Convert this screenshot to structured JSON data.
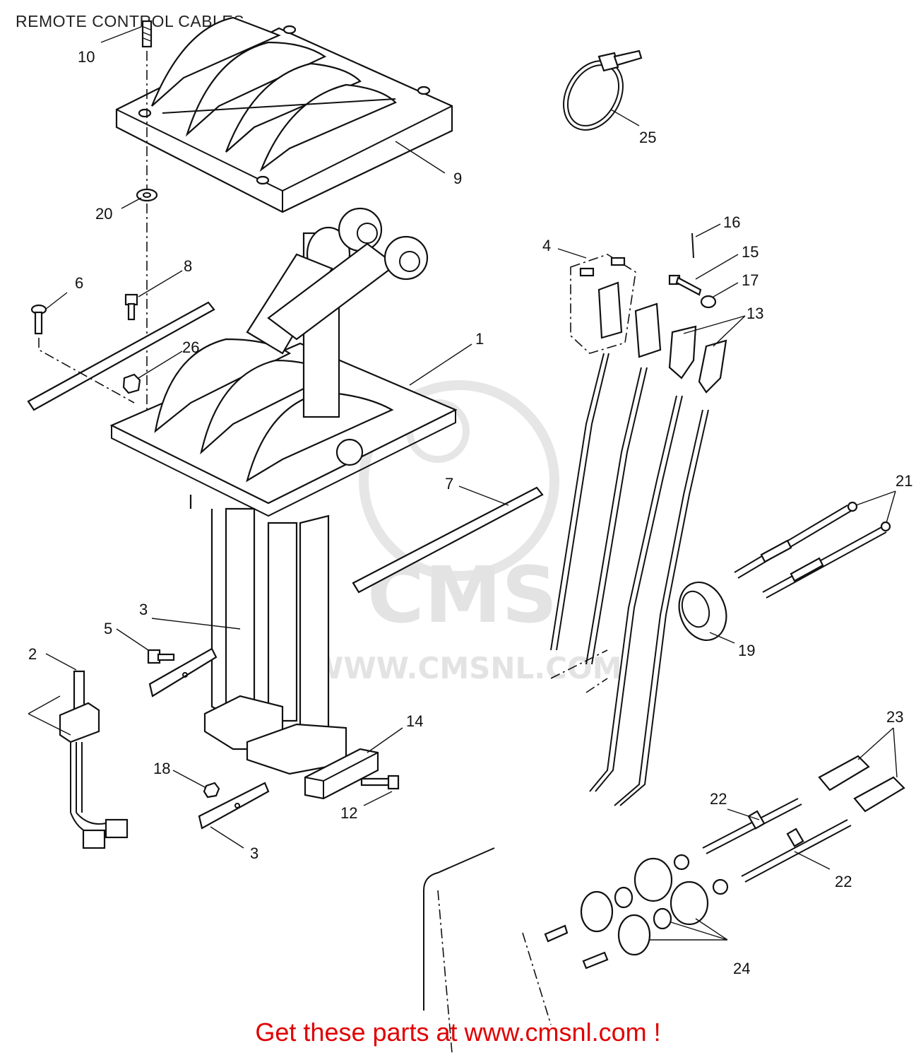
{
  "title": "REMOTE CONTROL CABLES",
  "footer": "Get these parts at www.cmsnl.com !",
  "watermark": {
    "logo_text": "CMS",
    "url_text": "WWW.CMSNL.COM"
  },
  "colors": {
    "footer_text": "#e00000",
    "line_art": "#111111",
    "watermark": "#e3e3e3",
    "background": "#ffffff"
  },
  "callouts": {
    "c1": "1",
    "c2": "2",
    "c3a": "3",
    "c3b": "3",
    "c4": "4",
    "c5": "5",
    "c6": "6",
    "c7": "7",
    "c8": "8",
    "c9": "9",
    "c10": "10",
    "c12": "12",
    "c13": "13",
    "c14": "14",
    "c15": "15",
    "c16": "16",
    "c17": "17",
    "c18": "18",
    "c19": "19",
    "c20": "20",
    "c21": "21",
    "c22a": "22",
    "c22b": "22",
    "c23": "23",
    "c24": "24",
    "c25": "25",
    "c26": "26"
  }
}
